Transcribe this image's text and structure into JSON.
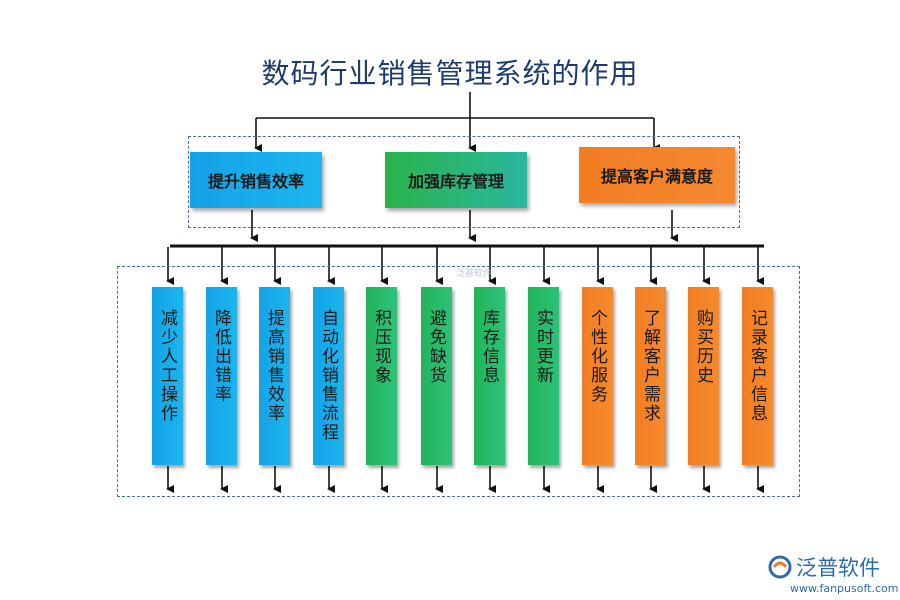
{
  "title": "数码行业销售管理系统的作用",
  "categories": [
    {
      "label": "提升销售效率",
      "color": "#14a2e6"
    },
    {
      "label": "加强库存管理",
      "color": "#2ab37a"
    },
    {
      "label": "提高客户满意度",
      "color": "#f27d23"
    }
  ],
  "items": [
    "减少人工操作",
    "降低出错率",
    "提高销售效率",
    "自动化销售流程",
    "积压现象",
    "避免缺货",
    "库存信息",
    "实时更新",
    "个性化服务",
    "了解客户需求",
    "购买历史",
    "记录客户信息"
  ],
  "brand": {
    "name": "泛普软件",
    "url": "www.fanpusoft.com",
    "watermark": "泛普软件"
  }
}
